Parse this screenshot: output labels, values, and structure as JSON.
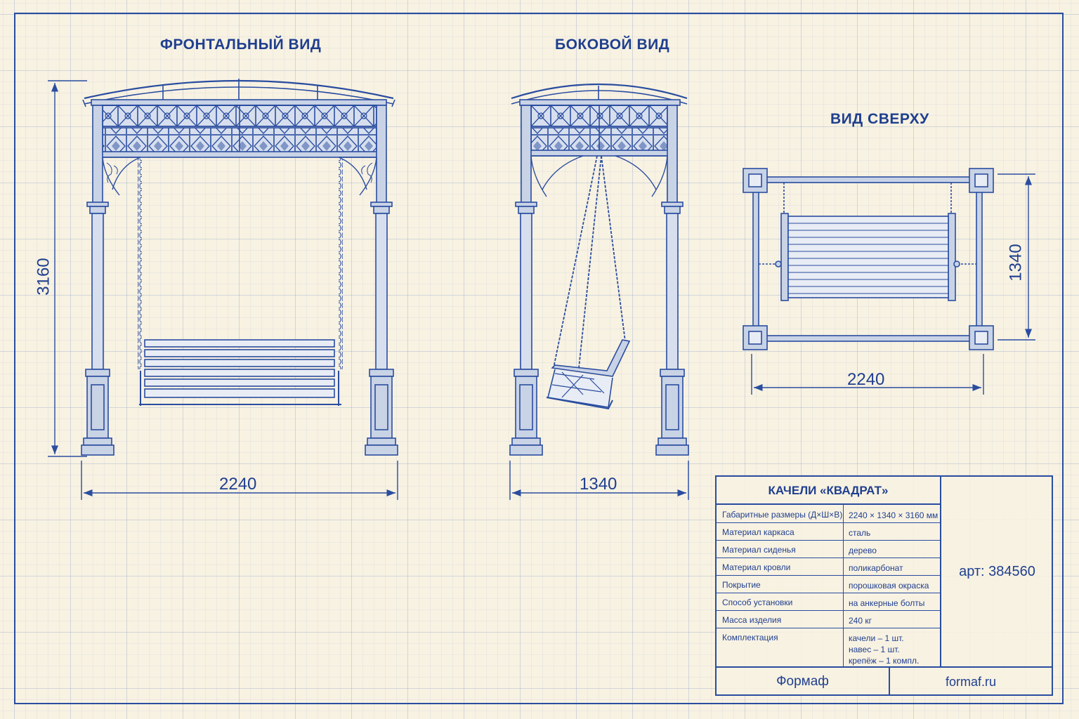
{
  "views": {
    "front": {
      "title": "ФРОНТАЛЬНЫЙ ВИД",
      "width_dim": "2240",
      "height_dim": "3160"
    },
    "side": {
      "title": "БОКОВОЙ ВИД",
      "width_dim": "1340"
    },
    "top": {
      "title": "ВИД СВЕРХУ",
      "width_dim": "2240",
      "depth_dim": "1340"
    }
  },
  "title_block": {
    "product_name": "КАЧЕЛИ «КВАДРАТ»",
    "specs": [
      {
        "label": "Габаритные размеры (Д×Ш×В)",
        "value": "2240 × 1340 × 3160 мм"
      },
      {
        "label": "Материал каркаса",
        "value": "сталь"
      },
      {
        "label": "Материал сиденья",
        "value": "дерево"
      },
      {
        "label": "Материал кровли",
        "value": "поликарбонат"
      },
      {
        "label": "Покрытие",
        "value": "порошковая окраска"
      },
      {
        "label": "Способ установки",
        "value": "на анкерные болты"
      },
      {
        "label": "Масса изделия",
        "value": "240 кг"
      },
      {
        "label": "Комплектация",
        "value_lines": [
          "качели – 1 шт.",
          "навес – 1 шт.",
          "крепёж – 1 компл."
        ]
      }
    ],
    "article": "арт: 384560",
    "brand": "Формаф",
    "website": "formaf.ru"
  },
  "colors": {
    "ink": "#1f3f8f",
    "line": "#2a4da0",
    "paper": "#f8f2e2",
    "fill": "#c9d3e6"
  }
}
